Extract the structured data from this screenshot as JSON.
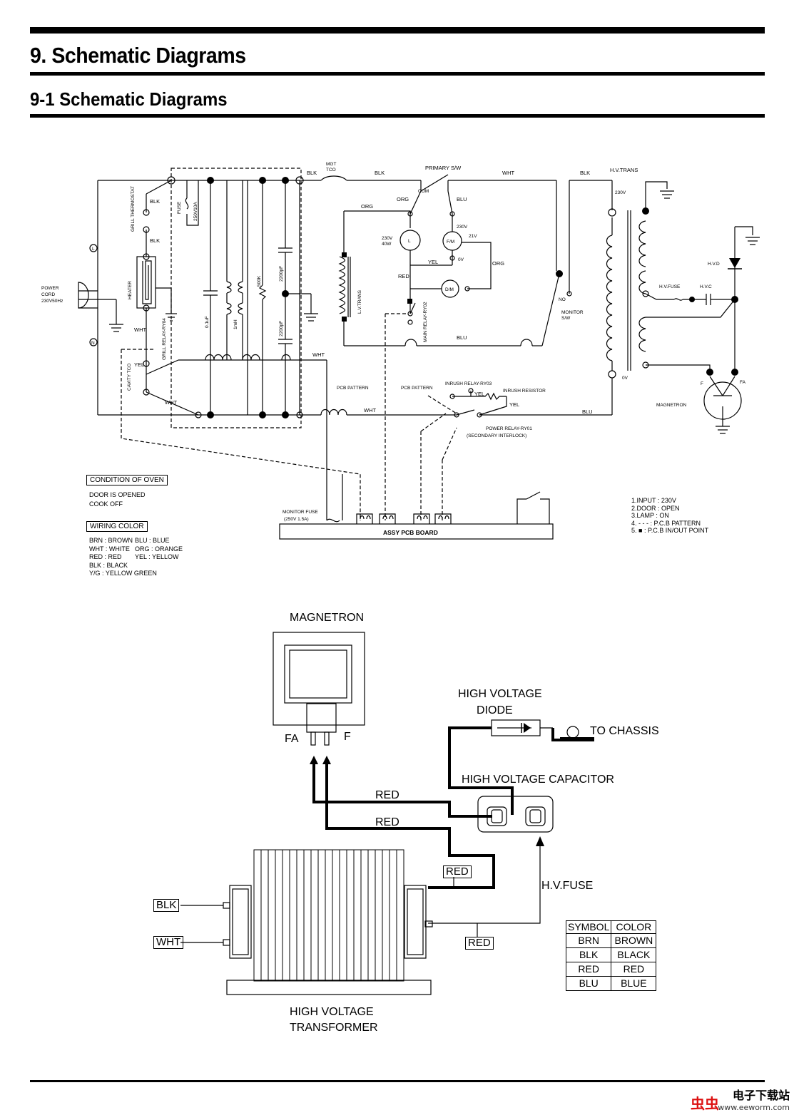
{
  "header": {
    "section_title": "9. Schematic Diagrams",
    "subsection_title": "9-1 Schematic Diagrams"
  },
  "schematic": {
    "labels": {
      "blk": "BLK",
      "wht": "WHT",
      "org": "ORG",
      "blu": "BLU",
      "red": "RED",
      "yel": "YEL",
      "mgt_tco": "MGT\nTCO",
      "primary_sw": "PRIMARY S/W",
      "hv_trans": "H.V.TRANS",
      "grill_thermostat": "GRILL THERMOSTAT",
      "fuse": "FUSE",
      "fuse_rating": "250V10A",
      "heater": "HEATER",
      "power_cord": "POWER\nCORD\n230V50Hz",
      "cap_01": "0.1uF",
      "ind_1mh": "1mH",
      "res_500k": "500K",
      "cap_2200_a": "2200pF",
      "cap_2200_b": "2200pF",
      "grill_relay": "GRILL RELAY-RY04",
      "cavity_tco": "CAVITY TCO",
      "lv_trans": "L.V.TRANS",
      "lamp_rating": "230V\n40W",
      "lamp": "L",
      "fm": "F/M",
      "dm": "D/M",
      "v230": "230V",
      "v21": "21V",
      "v0": "0V",
      "main_relay": "MAIN RELAY-RY02",
      "monitor_sw": "MONITOR\nS/W",
      "pcb_pattern": "PCB PATTERN",
      "inrush_relay": "INRUSH RELAY-RY03",
      "inrush_resistor": "INRUSH RESISTOR",
      "power_relay": "POWER RELAY-RY01",
      "secondary_interlock": "(SECONDARY INTERLOCK)",
      "hvd": "H.V.D",
      "hv_fuse": "H.V.FUSE",
      "hvc": "H.V.C",
      "magnetron": "MAGNETRON",
      "f": "F",
      "fa": "FA",
      "monitor_fuse": "MONITOR FUSE",
      "monitor_fuse_rating": "(250V 1.5A)",
      "pcb_board": "ASSY PCB BOARD",
      "sw_com": "COM",
      "sw_no": "NO",
      "ll": "L",
      "nn": "N",
      "v230_top": "230V",
      "ov": "0V"
    },
    "condition_title": "CONDITION OF OVEN",
    "condition_lines": [
      "DOOR IS OPENED",
      "COOK OFF"
    ],
    "wiring_title": "WIRING COLOR",
    "wiring_left": [
      "BRN : BROWN",
      "WHT : WHITE",
      "RED : RED",
      "BLK : BLACK",
      "Y/G : YELLOW GREEN"
    ],
    "wiring_right": [
      "BLU : BLUE",
      "ORG : ORANGE",
      "YEL : YELLOW"
    ],
    "notes": [
      "1.INPUT : 230V",
      "2.DOOR : OPEN",
      "3.LAMP : ON",
      "4. - - - : P.C.B PATTERN",
      "5.  ■ : P.C.B IN/OUT POINT"
    ]
  },
  "wiring_diagram": {
    "magnetron": "MAGNETRON",
    "fa": "FA",
    "f": "F",
    "hv_diode_1": "HIGH VOLTAGE",
    "hv_diode_2": "DIODE",
    "to_chassis": "TO CHASSIS",
    "hv_capacitor": "HIGH VOLTAGE CAPACITOR",
    "red1": "RED",
    "red2": "RED",
    "red3": "RED",
    "red4": "RED",
    "hv_fuse": "H.V.FUSE",
    "blk": "BLK",
    "wht": "WHT",
    "transformer_1": "HIGH VOLTAGE",
    "transformer_2": "TRANSFORMER",
    "symbol_table": {
      "headers": [
        "SYMBOL",
        "COLOR"
      ],
      "rows": [
        [
          "BRN",
          "BROWN"
        ],
        [
          "BLK",
          "BLACK"
        ],
        [
          "RED",
          "RED"
        ],
        [
          "BLU",
          "BLUE"
        ]
      ]
    }
  },
  "footer": {
    "watermark_cn": "电子下载站",
    "watermark_url": "www.eeworm.com"
  }
}
